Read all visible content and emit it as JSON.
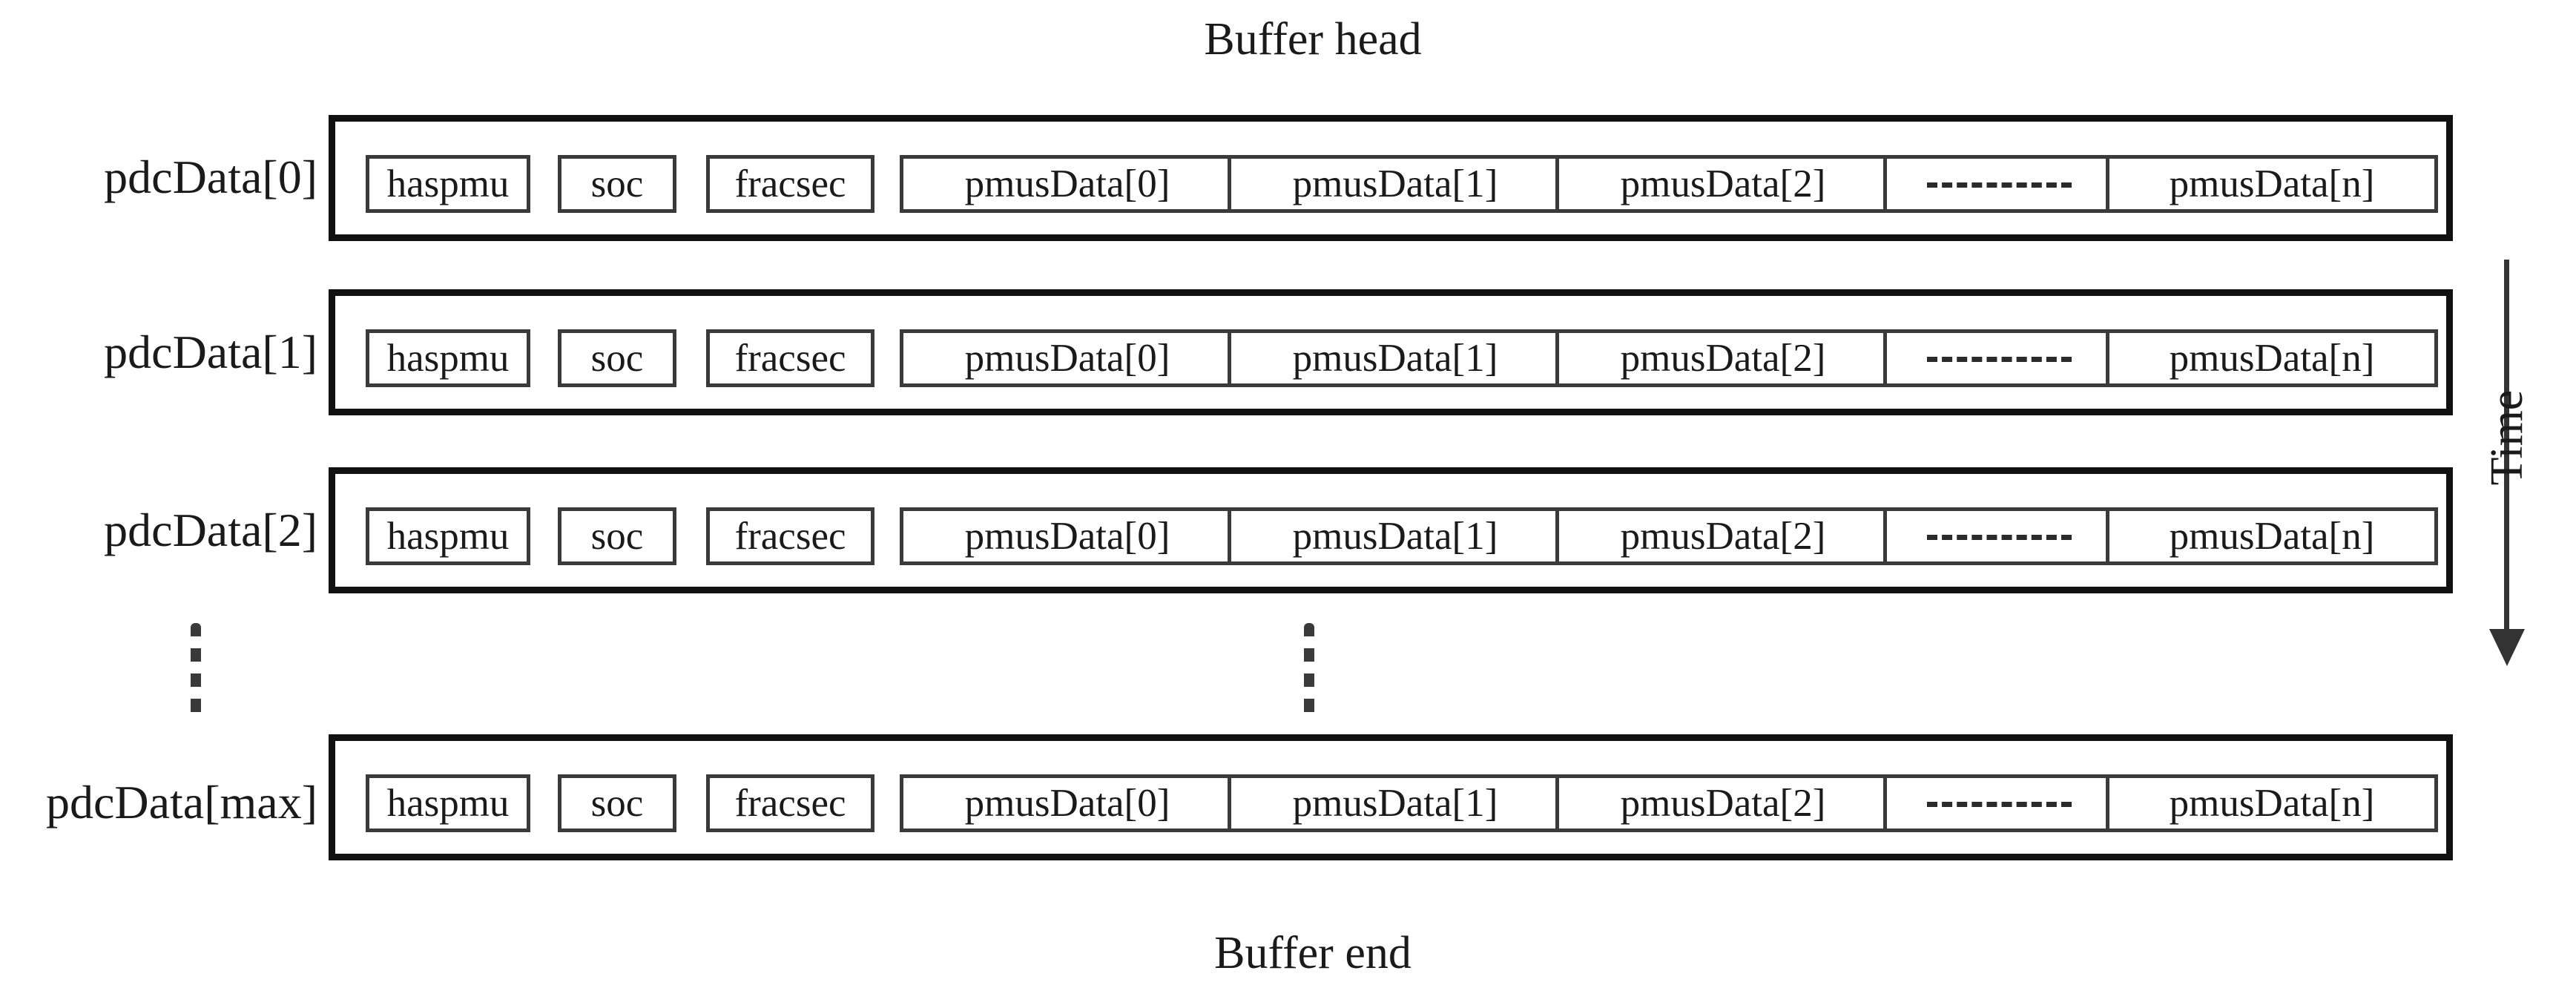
{
  "title_top": "Buffer head",
  "title_bottom": "Buffer end",
  "time_label": "Time",
  "rows": [
    {
      "label": "pdcData[0]",
      "fields": [
        "haspmu",
        "soc",
        "fracsec"
      ],
      "pmus": [
        "pmusData[0]",
        "pmusData[1]",
        "pmusData[2]",
        "pmusData[n]"
      ]
    },
    {
      "label": "pdcData[1]",
      "fields": [
        "haspmu",
        "soc",
        "fracsec"
      ],
      "pmus": [
        "pmusData[0]",
        "pmusData[1]",
        "pmusData[2]",
        "pmusData[n]"
      ]
    },
    {
      "label": "pdcData[2]",
      "fields": [
        "haspmu",
        "soc",
        "fracsec"
      ],
      "pmus": [
        "pmusData[0]",
        "pmusData[1]",
        "pmusData[2]",
        "pmusData[n]"
      ]
    },
    {
      "label": "pdcData[max]",
      "fields": [
        "haspmu",
        "soc",
        "fracsec"
      ],
      "pmus": [
        "pmusData[0]",
        "pmusData[1]",
        "pmusData[2]",
        "pmusData[n]"
      ]
    }
  ]
}
